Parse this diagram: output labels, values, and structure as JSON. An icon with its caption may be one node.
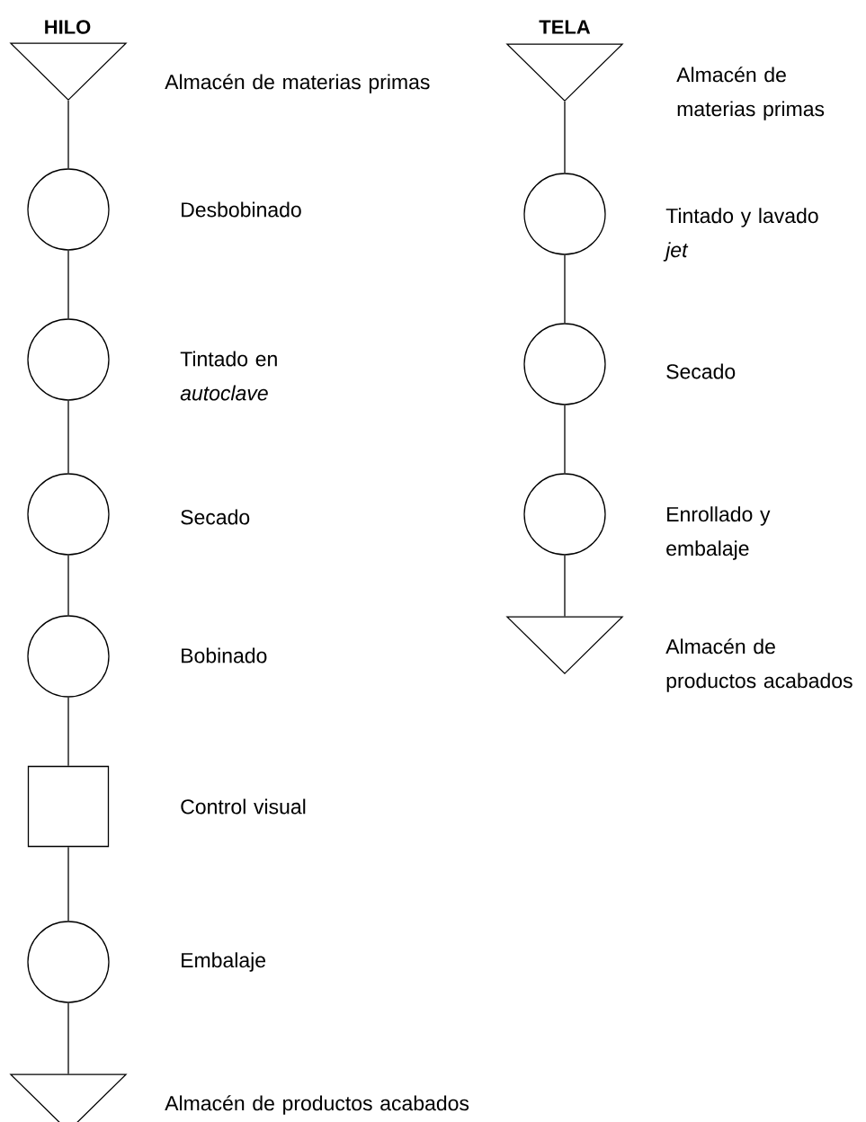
{
  "diagram": {
    "nodes": [
      {
        "text": [],
        "shape": "triangle",
        "beside": [
          "Almacén de materias primas"
        ]
      },
      {
        "text": [],
        "shape": "circle",
        "beside": [
          "Desbobinado"
        ]
      },
      {
        "text": [],
        "shape": "circle",
        "beside": [
          "Tintado en *autoclave*"
        ]
      },
      {
        "text": [],
        "shape": "circle",
        "beside": [
          "Secado"
        ]
      },
      {
        "text": [],
        "shape": "circle",
        "beside": [
          "Bobinado"
        ]
      },
      {
        "text": [],
        "shape": "box",
        "beside": [
          "Control visual"
        ]
      },
      {
        "text": [],
        "shape": "circle",
        "beside": [
          "Embalaje"
        ]
      },
      {
        "text": [],
        "shape": "triangle",
        "beside": [
          "Almacén de productos acabados"
        ]
      },
      {
        "text": [],
        "shape": "triangle",
        "beside": [
          "Almacén de materias primas"
        ]
      },
      {
        "text": [],
        "shape": "circle",
        "beside": [
          "Tintado y lavado *jet*"
        ]
      },
      {
        "text": [],
        "shape": "circle",
        "beside": [
          "Secado"
        ]
      },
      {
        "text": [],
        "shape": "circle",
        "beside": [
          "Enrollado y embalaje"
        ]
      },
      {
        "text": [],
        "shape": "triangle",
        "beside": [
          "Almacén de productos acabados"
        ]
      }
    ],
    "edges": [
      {
        "from": 0,
        "to": 1,
        "arrow": "none"
      },
      {
        "from": 1,
        "to": 2,
        "arrow": "none"
      },
      {
        "from": 2,
        "to": 3,
        "arrow": "none"
      },
      {
        "from": 3,
        "to": 4,
        "arrow": "none"
      },
      {
        "from": 4,
        "to": 5,
        "arrow": "none"
      },
      {
        "from": 5,
        "to": 6,
        "arrow": "none"
      },
      {
        "from": 6,
        "to": 7,
        "arrow": "none"
      },
      {
        "from": 8,
        "to": 9,
        "arrow": "none"
      },
      {
        "from": 9,
        "to": 10,
        "arrow": "none"
      },
      {
        "from": 10,
        "to": 11,
        "arrow": "none"
      },
      {
        "from": 11,
        "to": 12,
        "arrow": "none"
      }
    ],
    "labels": [
      "HILO",
      "TELA"
    ]
  }
}
